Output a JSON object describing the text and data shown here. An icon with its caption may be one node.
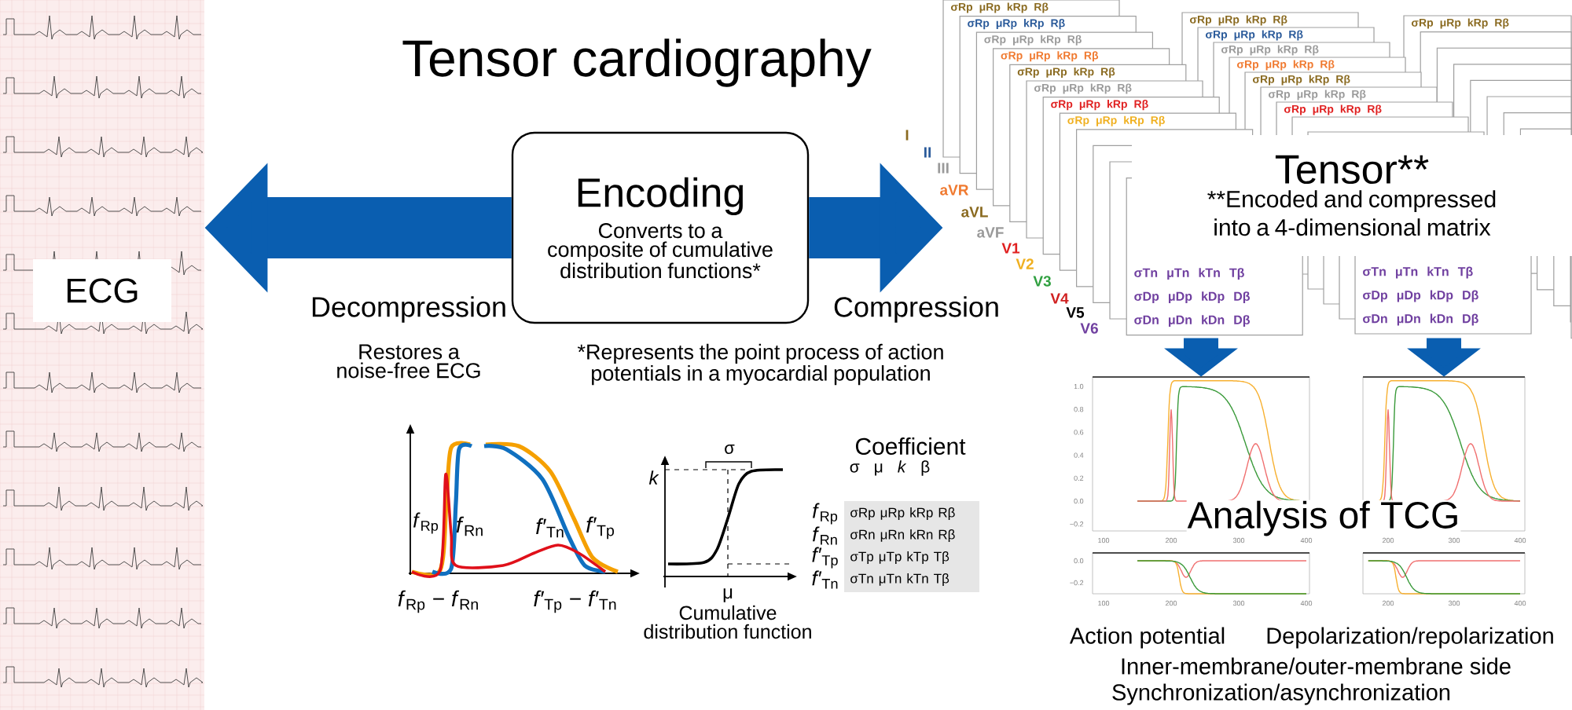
{
  "diagram": {
    "title": "Tensor cardiography",
    "nodes": [
      {
        "text": [
          "ECG"
        ]
      },
      {
        "text": [
          "Encoding",
          "Converts to a composite of cumulative distribution functions*"
        ]
      },
      {
        "text": [
          "Tensor**",
          "**Encoded and compressed into a 4-dimensional matrix"
        ]
      },
      {
        "text": [],
        "shape": "chart"
      },
      {
        "text": [],
        "shape": "chart"
      }
    ],
    "edges": [
      {
        "from": 1,
        "to": 0,
        "arrow": "to",
        "label": "Decompression"
      },
      {
        "from": 1,
        "to": 2,
        "arrow": "to",
        "label": "Compression"
      },
      {
        "from": 2,
        "to": 3,
        "arrow": "to"
      },
      {
        "from": 2,
        "to": 4,
        "arrow": "to"
      }
    ],
    "labels": [
      "Restores a noise-free ECG",
      "*Represents the point process of action potentials in a myocardial population",
      "I",
      "II",
      "III",
      "aVR",
      "aVL",
      "aVF",
      "V1",
      "V2",
      "V3",
      "V4",
      "V5",
      "V6",
      "σRp μRp kRp Rβ",
      "σRp μRp kRp Rβ",
      "σRp μRp kRp Rβ",
      "σRp μRp kRp Rβ",
      "σRp μRp kRp Rβ",
      "σRp μRp kRp Rβ",
      "σRp μRp kRp Rβ",
      "σRp μRp kRp Rβ",
      "σRp μRp kRp Rβ",
      "σRp μRp kRp Rβ",
      "σRp μRp kRp Rβ",
      "σRp μRp kRp Rβ",
      "σRp μRp kRp Rβ",
      "σRp μRp kRp Rβ",
      "σRp μRp kRp Rβ",
      "σRp μRp kRp Rβ",
      "σTn μTn kTn Tβ",
      "σDp μDp kDp Dβ",
      "σDn μDn kDn Dβ",
      "σTn μTn kTn Tβ",
      "σDp μDp kDp Dβ",
      "σDn μDn kDn Dβ",
      "*f*$_{Rp}$",
      "*f*$_{Rn}$",
      "*f′*$_{Tn}$",
      "*f′*$_{Tp}$",
      "*f*$_{Rp}$ − *f*$_{Rn}$",
      "*f′*$_{Tp}$ − *f′*$_{Tn}$",
      "σ",
      "*k*",
      "μ",
      "Cumulative distribution function",
      "Coefficient",
      "σ μ *k* β",
      "*f*$_{Rp}$",
      "σRp μRp kRp Rβ",
      "*f*$_{Rn}$",
      "σRn μRn kRn Rβ",
      "*f′*$_{Tp}$",
      "σTp μTp kTp Tβ",
      "*f′*$_{Tn}$",
      "σTn μTn kTn Tβ",
      "Analysis of TCG",
      "1.0",
      "0.8",
      "0.6",
      "0.4",
      "0.2",
      "0.0",
      "−0.2",
      "100",
      "200",
      "300",
      "400",
      "0.0",
      "−0.2",
      "100",
      "200",
      "300",
      "400",
      "200",
      "300",
      "400",
      "200",
      "300",
      "400",
      "Action potential",
      "Depolarization/repolarization",
      "Inner-membrane/outer-membrane side",
      "Synchronization/asynchronization"
    ]
  }
}
